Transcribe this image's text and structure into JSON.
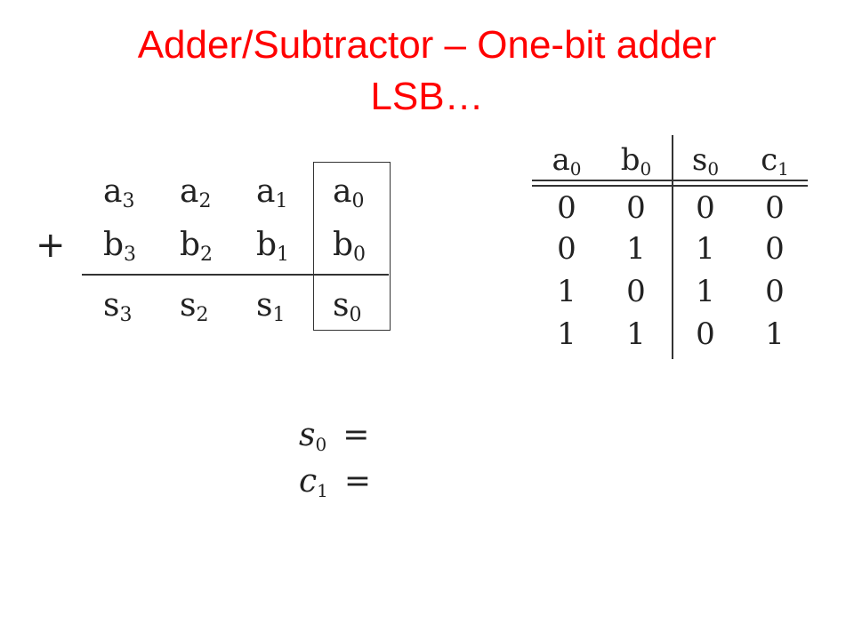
{
  "title": {
    "line1": "Adder/Subtractor – One-bit adder",
    "line2": "LSB…"
  },
  "addition": {
    "operator": "+",
    "rows": [
      [
        {
          "base": "a",
          "sub": "3"
        },
        {
          "base": "a",
          "sub": "2"
        },
        {
          "base": "a",
          "sub": "1"
        },
        {
          "base": "a",
          "sub": "0"
        }
      ],
      [
        {
          "base": "b",
          "sub": "3"
        },
        {
          "base": "b",
          "sub": "2"
        },
        {
          "base": "b",
          "sub": "1"
        },
        {
          "base": "b",
          "sub": "0"
        }
      ],
      [
        {
          "base": "s",
          "sub": "3"
        },
        {
          "base": "s",
          "sub": "2"
        },
        {
          "base": "s",
          "sub": "1"
        },
        {
          "base": "s",
          "sub": "0"
        }
      ]
    ]
  },
  "truth_table": {
    "headers": [
      {
        "base": "a",
        "sub": "0"
      },
      {
        "base": "b",
        "sub": "0"
      },
      {
        "base": "s",
        "sub": "0"
      },
      {
        "base": "c",
        "sub": "1"
      }
    ],
    "rows": [
      [
        "0",
        "0",
        "0",
        "0"
      ],
      [
        "0",
        "1",
        "1",
        "0"
      ],
      [
        "1",
        "0",
        "1",
        "0"
      ],
      [
        "1",
        "1",
        "0",
        "1"
      ]
    ]
  },
  "equations": [
    {
      "base": "s",
      "sub": "0",
      "sign": "="
    },
    {
      "base": "c",
      "sub": "1",
      "sign": "="
    }
  ]
}
